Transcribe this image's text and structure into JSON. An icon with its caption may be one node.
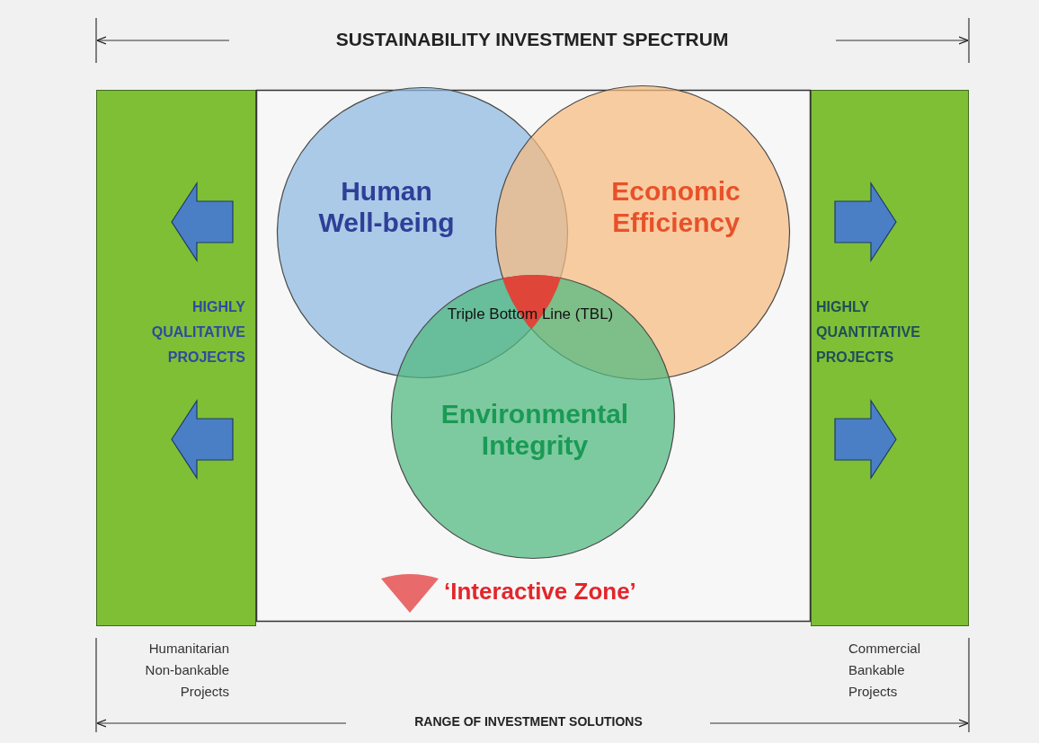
{
  "diagram": {
    "title": "SUSTAINABILITY INVESTMENT SPECTRUM",
    "nodes": [
      {
        "text": [
          "HIGHLY QUALITATIVE PROJECTS"
        ]
      },
      {
        "text": [],
        "shape": "box"
      },
      {
        "text": [
          "Human Well-being"
        ],
        "in": 1
      },
      {
        "text": [
          "Economic Efficiency"
        ],
        "in": 1
      },
      {
        "text": [
          "Environmental Integrity"
        ],
        "in": 1
      },
      {
        "text": [
          "HIGHLY QUANTITATIVE PROJECTS"
        ]
      }
    ],
    "labels": [
      "Triple Bottom Line (TBL)",
      "Humanitarian Non-bankable Projects",
      "Commercial Bankable Projects",
      "RANGE OF INVESTMENT SOLUTIONS"
    ],
    "legend": [
      {
        "text": "‘Interactive Zone’"
      }
    ]
  }
}
